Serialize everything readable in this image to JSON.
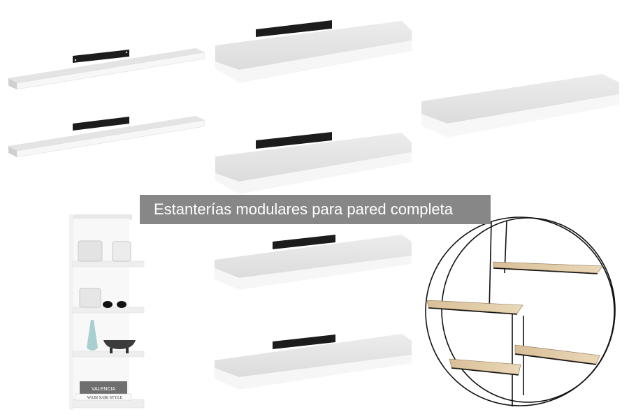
{
  "caption": {
    "text": "Estanterías modulares para pared completa",
    "background": "#878787",
    "color": "#ffffff"
  },
  "products": [
    {
      "id": "floating-shelf-1",
      "type": "white floating shelf with black bracket"
    },
    {
      "id": "floating-shelf-2",
      "type": "white floating shelf with black bracket"
    },
    {
      "id": "floating-shelf-3",
      "type": "white floating shelf with black bracket"
    },
    {
      "id": "floating-shelf-4",
      "type": "white floating shelf with black bracket"
    },
    {
      "id": "floating-shelf-5",
      "type": "white floating shelf (no bracket)"
    },
    {
      "id": "floating-shelf-6",
      "type": "white floating shelf with black bracket"
    },
    {
      "id": "floating-shelf-7",
      "type": "white floating shelf with black bracket"
    },
    {
      "id": "column-shelf",
      "type": "white vertical column shelf with decor"
    },
    {
      "id": "round-shelf",
      "type": "round black metal wall shelf with wooden boards"
    }
  ],
  "decor": {
    "book_top": "VALENCIA",
    "book_bottom": "WABI SABI STYLE"
  },
  "colors": {
    "shelf_top": "#e6e6e6",
    "shelf_front": "#f6f6f6",
    "bracket": "#1c1c1c",
    "wood": "#e3cda8",
    "metal": "#111111"
  }
}
